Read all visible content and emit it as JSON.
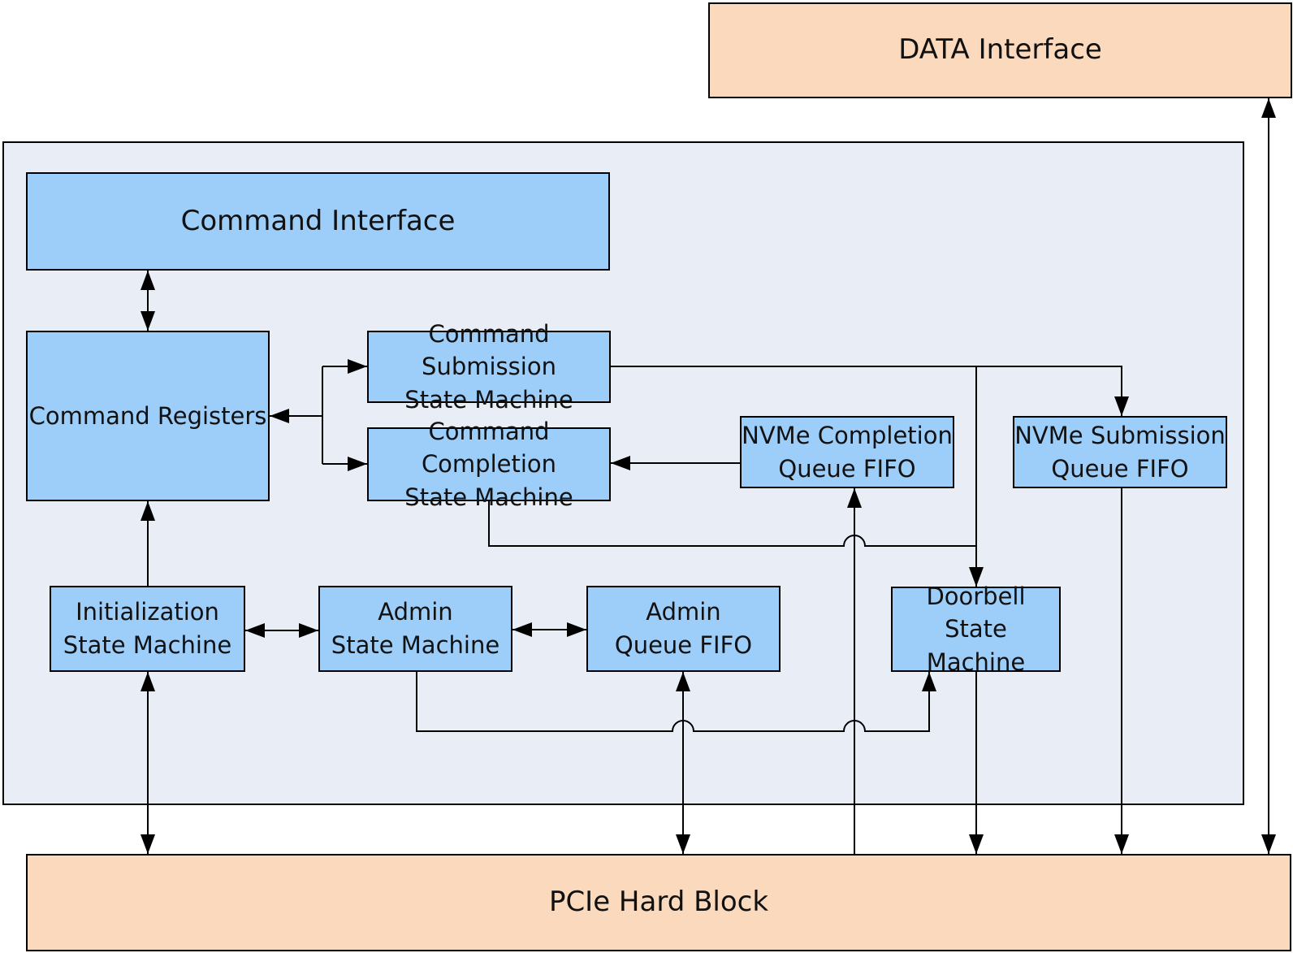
{
  "colors": {
    "box_blue": "#9DCEFA",
    "box_peach": "#FAD9BC",
    "container_bg": "#E9EDF6",
    "line": "#000000",
    "text": "#111111",
    "page_bg": "#FFFFFF"
  },
  "boxes": {
    "data_interface": "DATA Interface",
    "command_interface": "Command Interface",
    "command_registers": "Command Registers",
    "command_submission": "Command Submission\nState Machine",
    "command_completion": "Command Completion\nState Machine",
    "nvme_completion": "NVMe Completion\nQueue FIFO",
    "nvme_submission": "NVMe Submission\nQueue FIFO",
    "initialization": "Initialization\nState Machine",
    "admin_state_machine": "Admin\nState Machine",
    "admin_queue_fifo": "Admin\nQueue FIFO",
    "doorbell": "Doorbell\nState Machine",
    "pcie": "PCIe Hard Block"
  }
}
